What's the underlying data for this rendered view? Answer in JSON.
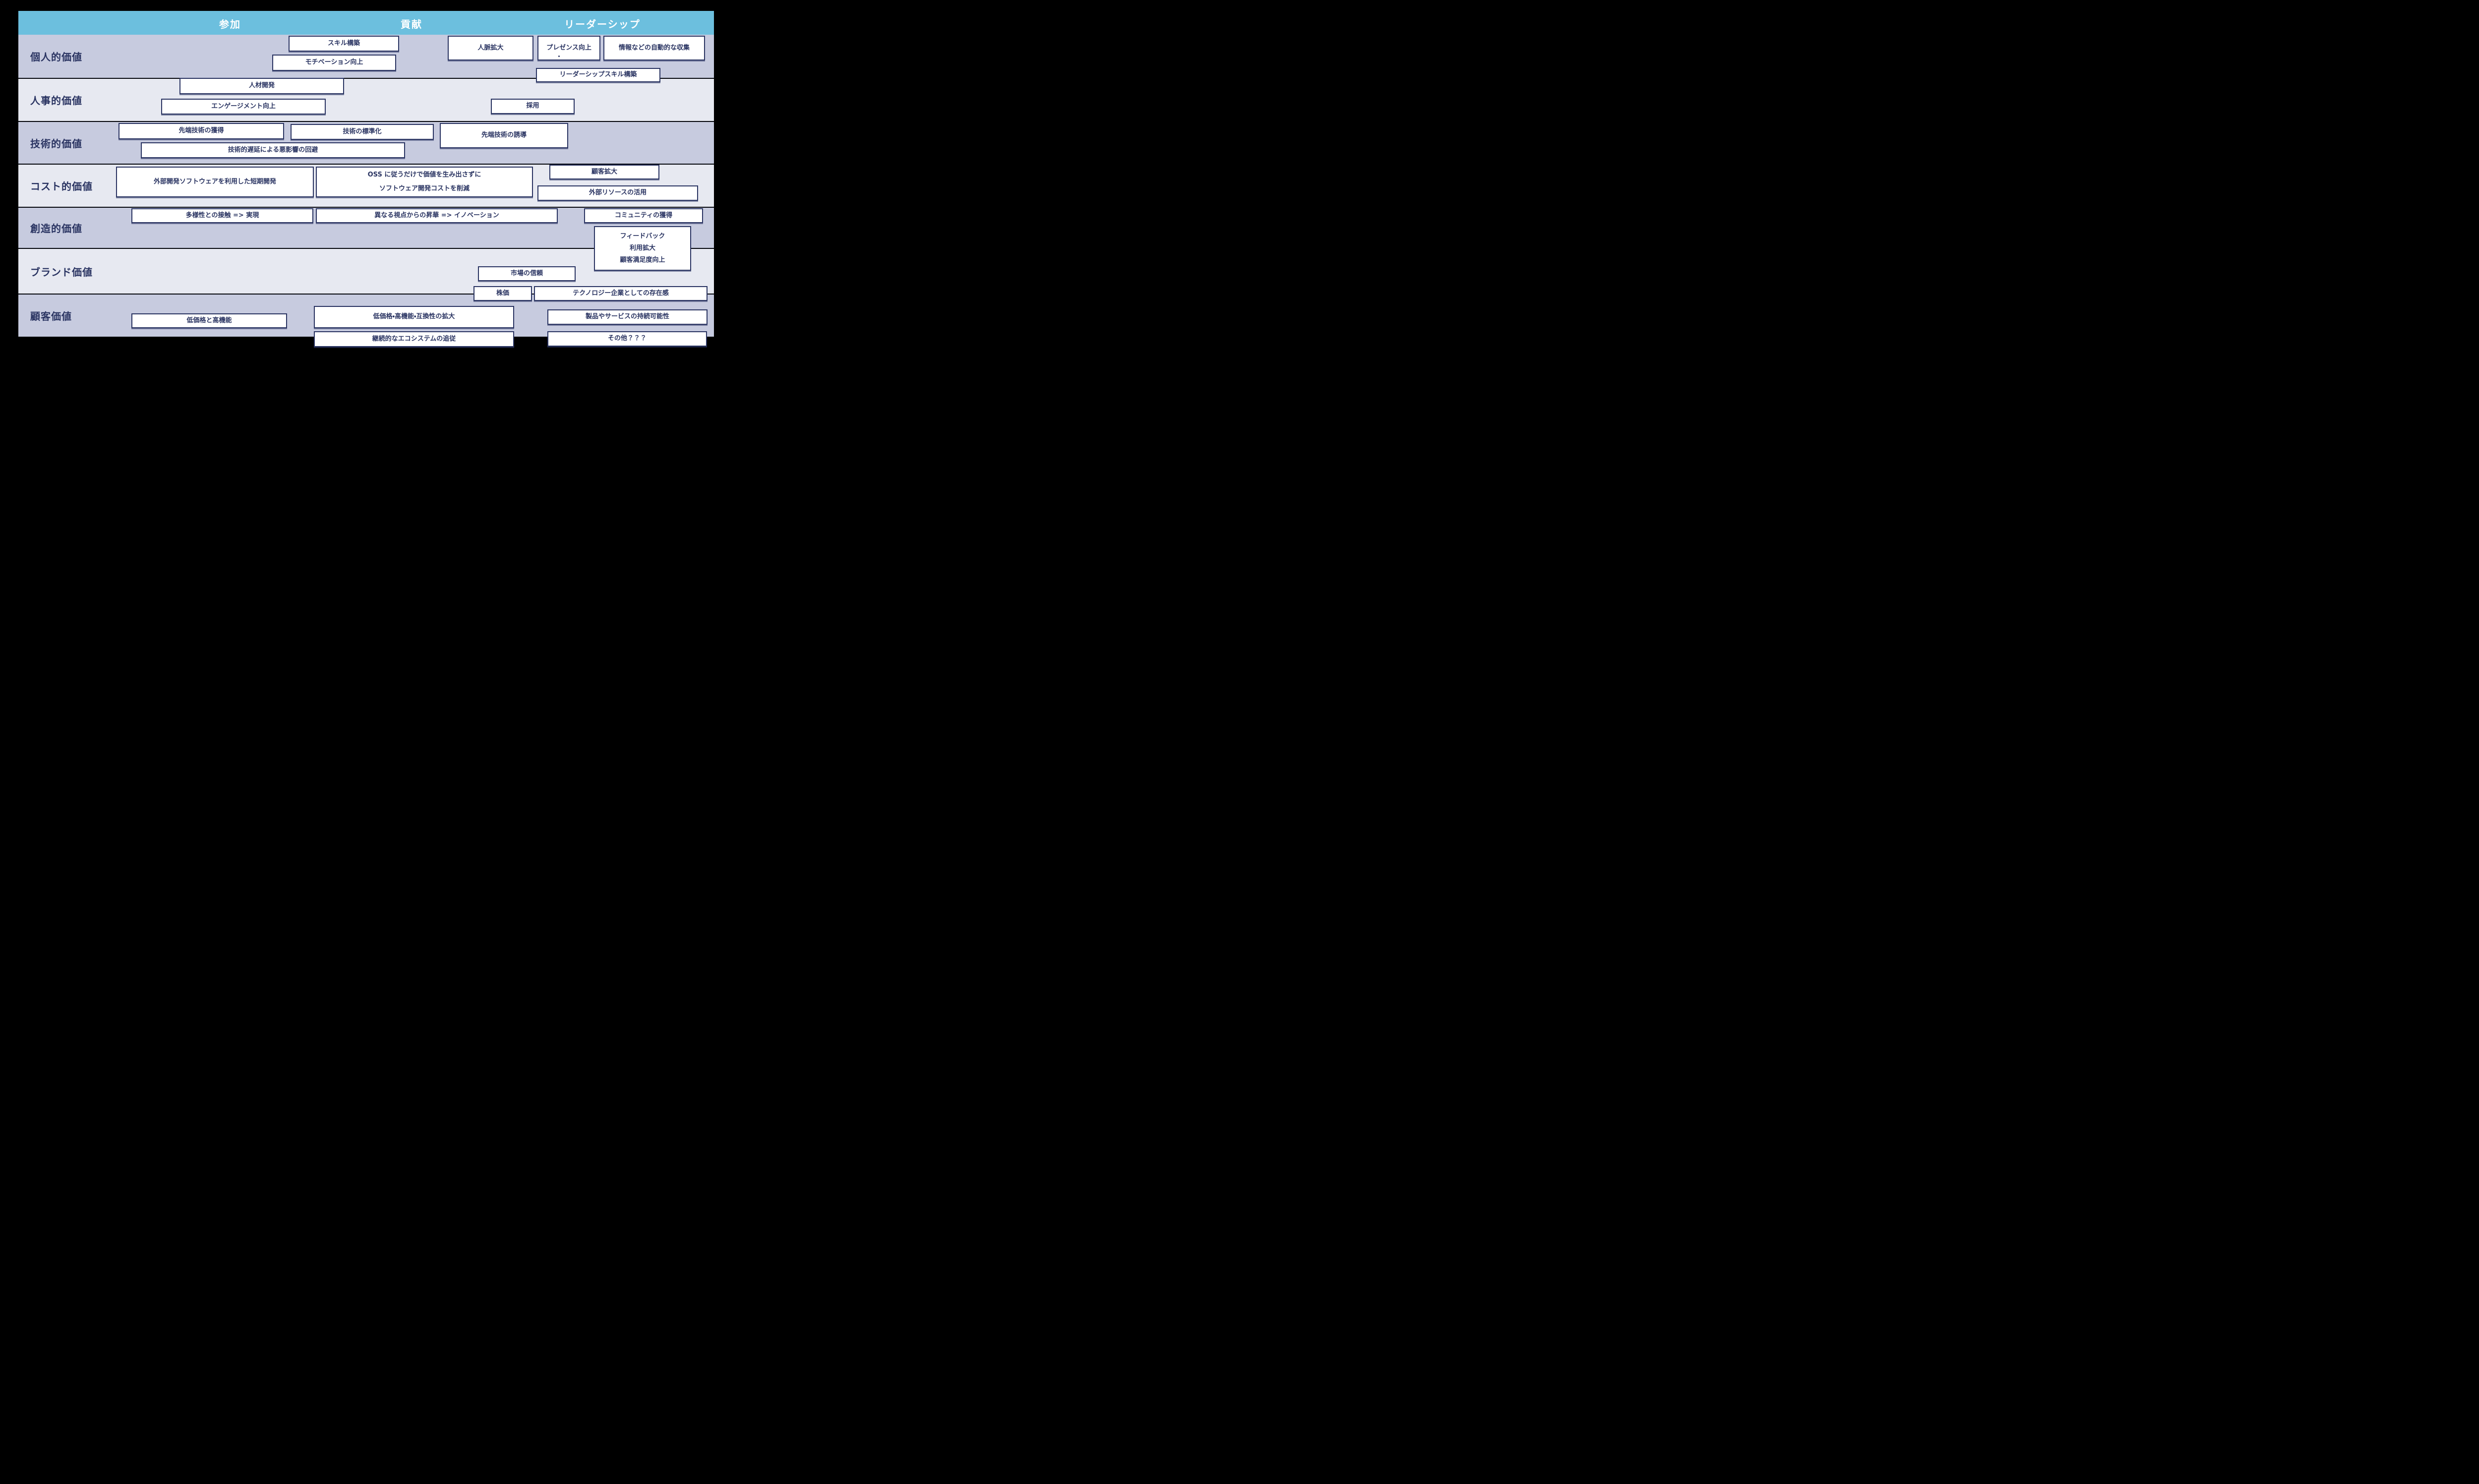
{
  "colors": {
    "canvas_bg": "#000000",
    "header_bg": "#6cbfde",
    "header_text": "#ffffff",
    "row_dark": "#c7cbdf",
    "row_light": "#e7e9f1",
    "box_bg": "#ffffff",
    "box_border": "#2a3462",
    "box_text": "#2a3462",
    "label_text": "#2a3462",
    "separator": "#05070d"
  },
  "header": {
    "columns": [
      {
        "label": "参加"
      },
      {
        "label": "貢献"
      },
      {
        "label": "リーダーシップ"
      }
    ]
  },
  "rows": [
    {
      "label": "個人的価値"
    },
    {
      "label": "人事的価値"
    },
    {
      "label": "技術的価値"
    },
    {
      "label": "コスト的価値"
    },
    {
      "label": "創造的価値"
    },
    {
      "label": "ブランド価値"
    },
    {
      "label": "顧客価値"
    }
  ],
  "boxes": {
    "skill": "スキル構築",
    "motivation": "モチベーション向上",
    "network": "人脈拡大",
    "presence": "プレゼンス向上",
    "info_collection": "情報などの自動的な収集",
    "leadership_skill": "リーダーシップスキル構築",
    "hr_development": "人材開発",
    "engagement": "エンゲージメント向上",
    "recruiting": "採用",
    "advanced_tech_acquisition": "先端技術の獲得",
    "tech_standardization": "技術の標準化",
    "advanced_tech_guidance": "先端技術の誘導",
    "tech_delay_avoidance": "技術的遅延による悪影響の回避",
    "short_term_dev": "外部開発ソフトウェアを利用した短期開発",
    "oss_cost_reduction": "OSS に従うだけで価値を生み出さずに\nソフトウェア開発コストを削減",
    "customer_expansion": "顧客拡大",
    "external_resources": "外部リソースの活用",
    "diversity_contact": "多様性との接触 => 実現",
    "innovation": "異なる視点からの昇華 => イノベーション",
    "community_acquisition": "コミュニティの獲得",
    "feedback_expansion": "フィードバック\n利用拡大\n顧客満足度向上",
    "market_trust": "市場の信頼",
    "stock_price": "株価",
    "tech_company_presence": "テクノロジー企業としての存在感",
    "low_price_high_function": "低価格と高機能",
    "low_price_compatibility": "低価格・高機能・互換性の拡大",
    "product_sustainability": "製品やサービスの持続可能性",
    "ecosystem_follow": "継続的なエコシステムの追従",
    "others": "その他？？？"
  }
}
